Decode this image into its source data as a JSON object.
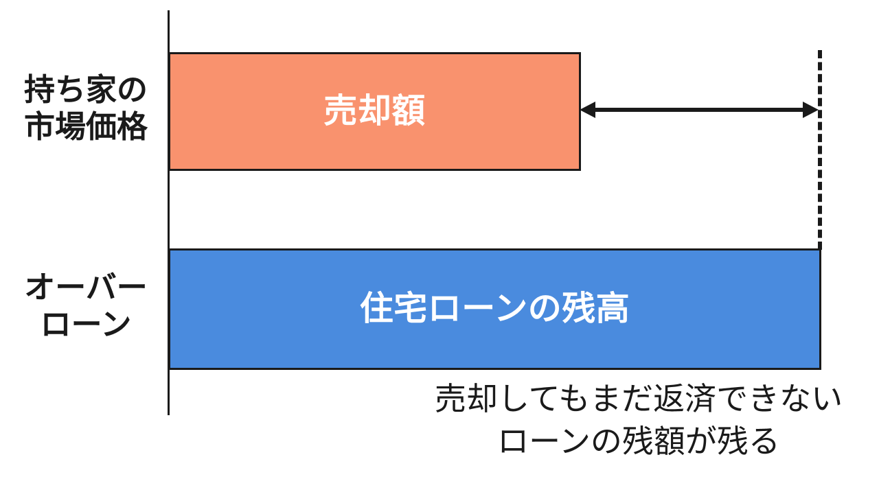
{
  "chart_data": {
    "type": "bar",
    "orientation": "horizontal",
    "title": "",
    "xlabel": "",
    "ylabel": "",
    "grid": false,
    "legend": null,
    "categories": [
      "持ち家の市場価格",
      "オーバーローン"
    ],
    "series": [
      {
        "name": "売却額",
        "color": "#f9926e",
        "values": [
          63
        ]
      },
      {
        "name": "住宅ローンの残高",
        "color": "#4a8bde",
        "values": [
          100
        ]
      }
    ],
    "annotations": [
      {
        "type": "double-arrow",
        "label": "",
        "from": "売却額の右端",
        "to": "住宅ローンの残高の右端"
      },
      {
        "type": "dashed-guide",
        "label": "",
        "at": "住宅ローンの残高の右端"
      }
    ],
    "note": "売却してもまだ返済できない ローンの残額が残る"
  },
  "diagram": {
    "axis": {
      "name": "vertical-axis"
    },
    "rows": [
      {
        "label_line1": "持ち家の",
        "label_line2": "市場価格",
        "bar_label": "売却額",
        "bar_color": "#f9926e"
      },
      {
        "label_line1": "オーバー",
        "label_line2": "ローン",
        "bar_label": "住宅ローンの残高",
        "bar_color": "#4a8bde"
      }
    ],
    "caption": {
      "line1": "売却してもまだ返済できない",
      "line2": "ローンの残額が残る"
    },
    "colors": {
      "sale_bar": "#f9926e",
      "loan_bar": "#4a8bde",
      "ink": "#1a1a1a",
      "bar_text": "#ffffff",
      "background": "#ffffff"
    }
  }
}
